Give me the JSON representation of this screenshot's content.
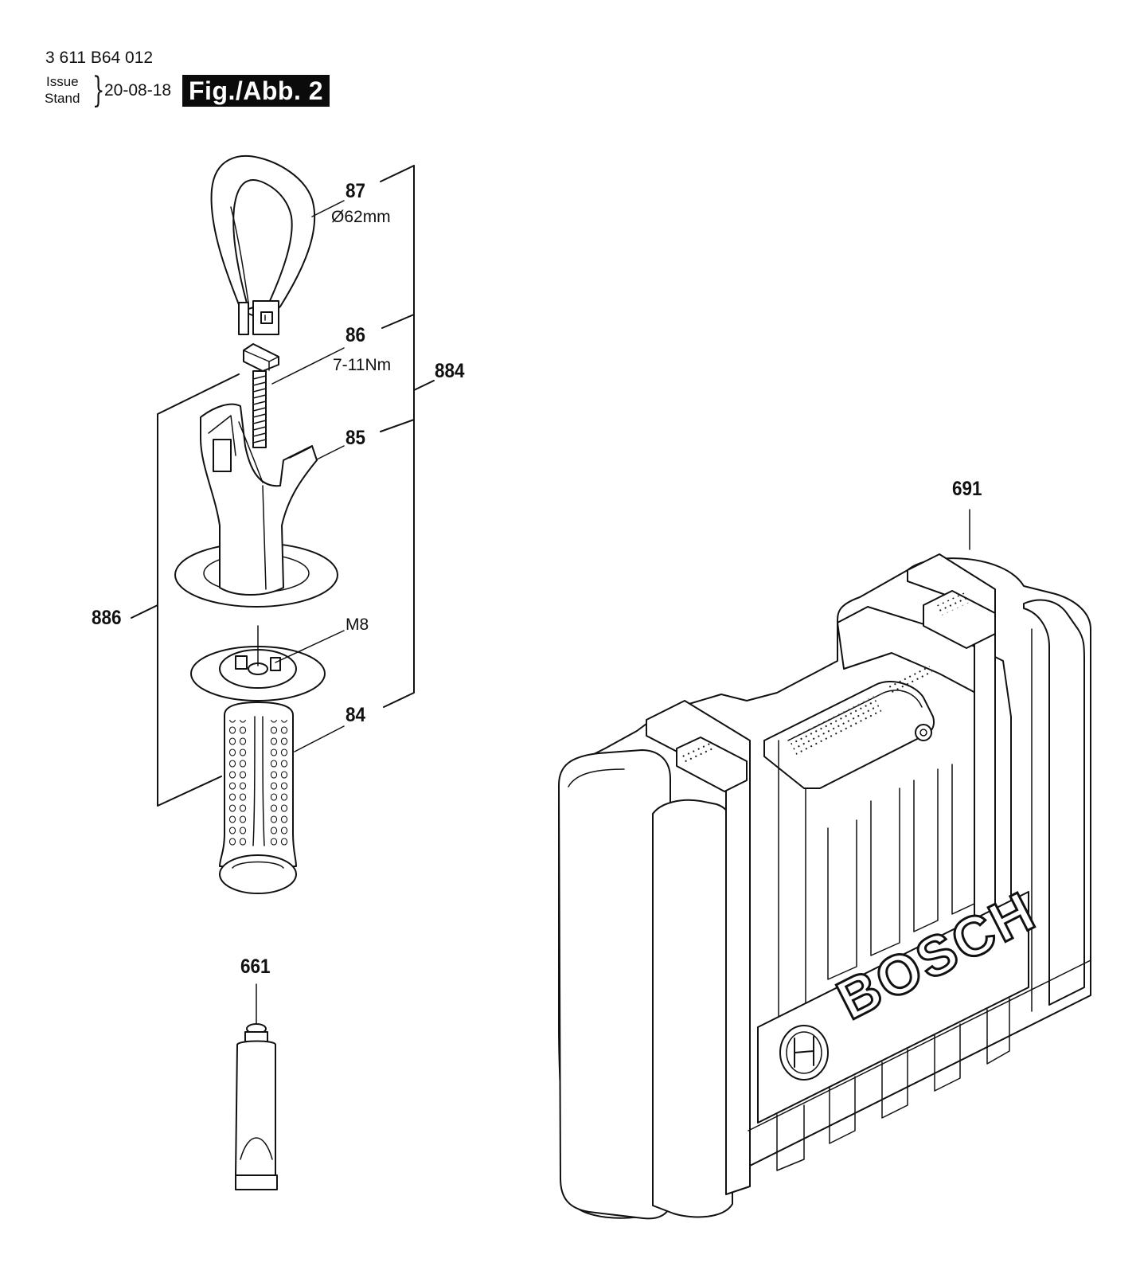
{
  "header": {
    "document_number": "3 611 B64 012",
    "issue_label": "Issue",
    "stand_label": "Stand",
    "date": "20-08-18",
    "figure_label": "Fig./Abb. 2"
  },
  "parts": [
    {
      "id": "87",
      "spec": "Ø62mm"
    },
    {
      "id": "86",
      "spec": "7-11Nm"
    },
    {
      "id": "884"
    },
    {
      "id": "85"
    },
    {
      "id": "886"
    },
    {
      "id": "M8"
    },
    {
      "id": "84"
    },
    {
      "id": "661"
    },
    {
      "id": "691"
    }
  ],
  "case_brand": "BOSCH"
}
